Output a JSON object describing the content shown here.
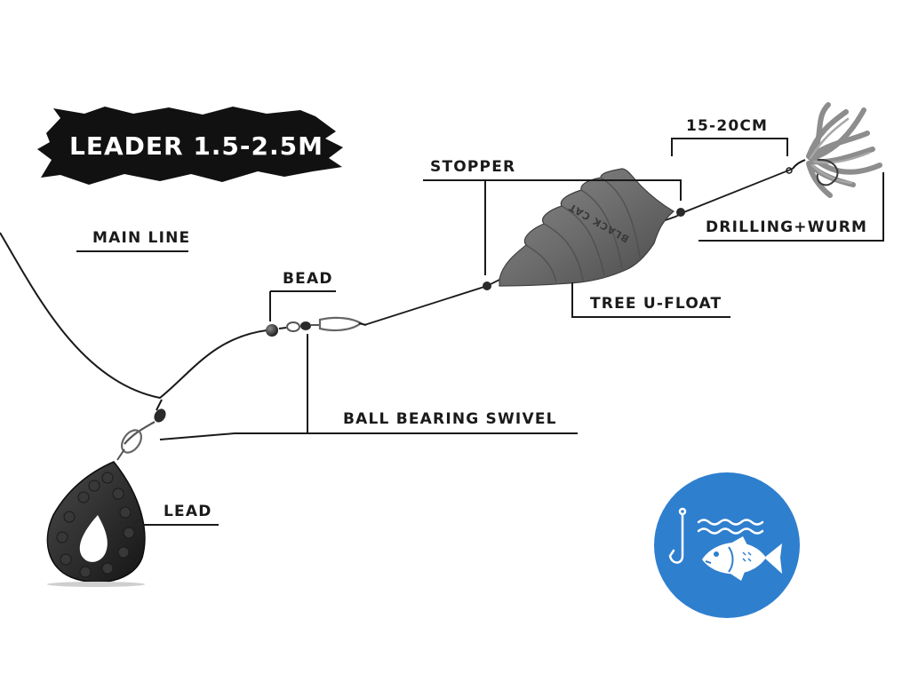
{
  "title": "LEADER 1.5-2.5M",
  "labels": {
    "main_line": "MAIN LINE",
    "bead": "BEAD",
    "ball_bearing_swivel": "BALL BEARING SWIVEL",
    "lead": "LEAD",
    "stopper": "STOPPER",
    "tree_u_float": "TREE U-FLOAT",
    "distance": "15-20CM",
    "drilling_wurm": "DRILLING+WURM"
  },
  "float_brand": "BLACK CAT",
  "colors": {
    "line": "#1a1a1a",
    "float": "#6e6e6e",
    "lead": "#2b2b2b",
    "worm": "#8a8a8a",
    "badge": "#2f7fcf",
    "title_bg": "#111111"
  },
  "icons": [
    "fish-icon",
    "hook-icon",
    "waves-icon"
  ]
}
